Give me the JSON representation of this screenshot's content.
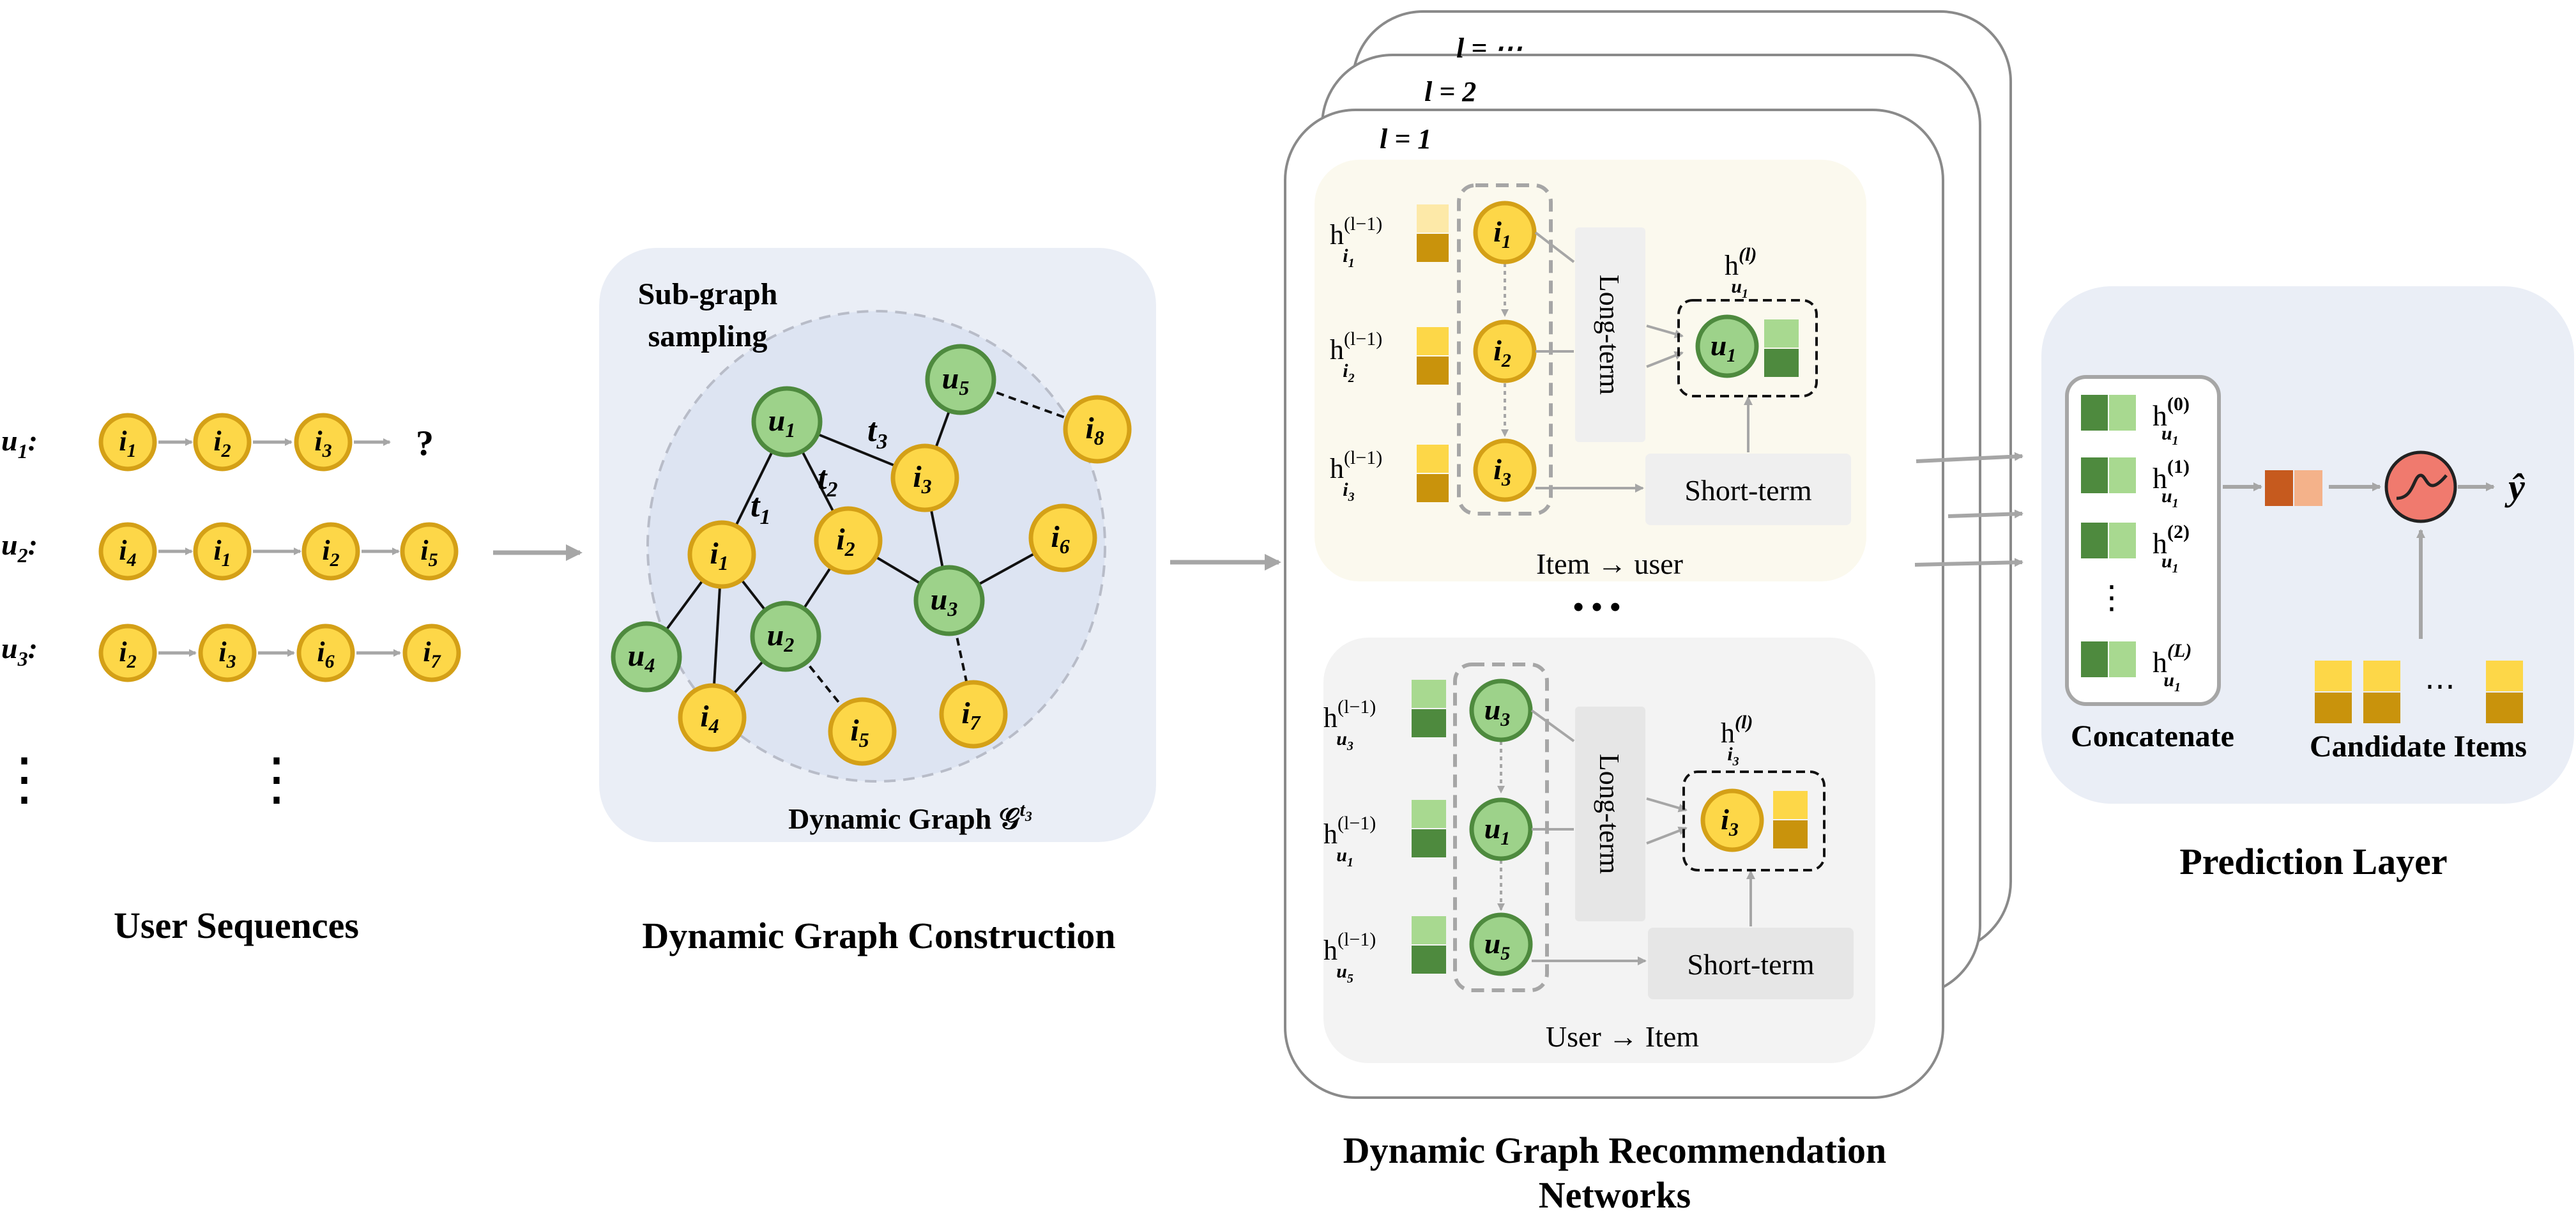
{
  "sections": {
    "user_sequences": "User Sequences",
    "graph_construction": "Dynamic Graph Construction",
    "recommendation_line1": "Dynamic Graph Recommendation",
    "recommendation_line2": "Networks",
    "prediction": "Prediction Layer"
  },
  "sequences": {
    "rows": [
      {
        "user": "u",
        "user_sub": "1",
        "items": [
          "1",
          "2",
          "3"
        ],
        "tail": "?"
      },
      {
        "user": "u",
        "user_sub": "2",
        "items": [
          "4",
          "1",
          "2",
          "5"
        ],
        "tail": ""
      },
      {
        "user": "u",
        "user_sub": "3",
        "items": [
          "2",
          "3",
          "6",
          "7"
        ],
        "tail": ""
      }
    ],
    "ellipsis": "⋮"
  },
  "graph": {
    "sampling_line1": "Sub-graph",
    "sampling_line2": "sampling",
    "caption": "Dynamic Graph 𝒢",
    "caption_sup": "t",
    "caption_sup_sub": "3",
    "edge_labels": [
      "t1",
      "t2",
      "t3"
    ],
    "nodes": [
      {
        "type": "user",
        "label": "u",
        "sub": "1"
      },
      {
        "type": "user",
        "label": "u",
        "sub": "2"
      },
      {
        "type": "user",
        "label": "u",
        "sub": "3"
      },
      {
        "type": "user",
        "label": "u",
        "sub": "4"
      },
      {
        "type": "user",
        "label": "u",
        "sub": "5"
      },
      {
        "type": "item",
        "label": "i",
        "sub": "1"
      },
      {
        "type": "item",
        "label": "i",
        "sub": "2"
      },
      {
        "type": "item",
        "label": "i",
        "sub": "3"
      },
      {
        "type": "item",
        "label": "i",
        "sub": "4"
      },
      {
        "type": "item",
        "label": "i",
        "sub": "5"
      },
      {
        "type": "item",
        "label": "i",
        "sub": "6"
      },
      {
        "type": "item",
        "label": "i",
        "sub": "7"
      },
      {
        "type": "item",
        "label": "i",
        "sub": "8"
      }
    ]
  },
  "network": {
    "layers": [
      "l = 1",
      "l = 2",
      "l = ⋯"
    ],
    "long_term": "Long-term",
    "short_term": "Short-term",
    "item_to_user": "Item → user",
    "user_to_item": "User → Item",
    "dots": "• • •",
    "h_prev": "(l−1)",
    "h_cur": "(l)"
  },
  "prediction": {
    "concatenate": "Concatenate",
    "candidate_items": "Candidate Items",
    "output": "ŷ",
    "layer_sups": [
      "(0)",
      "(1)",
      "(2)",
      "(L)"
    ],
    "ellipsis": "⋯"
  },
  "colors": {
    "item_fill": "#FDD748",
    "item_stroke": "#D4A017",
    "user_fill": "#9DD28A",
    "user_stroke": "#4E8A3E",
    "panel_bg": "#EAEEF6",
    "inner_bg_top": "#FBF9EE",
    "inner_bg_bottom": "#F3F3F3",
    "sigmoid": "#F07A6E",
    "arrow": "#A6A6A6"
  }
}
